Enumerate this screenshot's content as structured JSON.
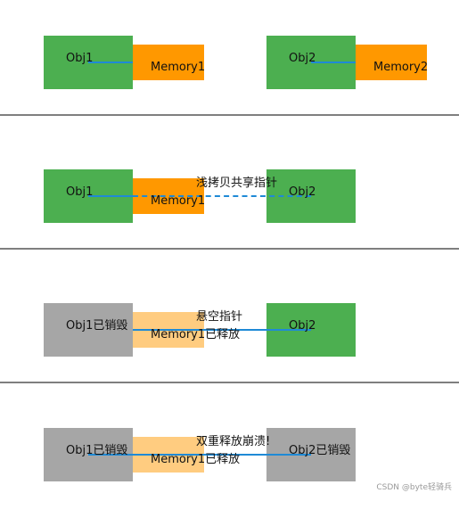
{
  "panels": {
    "p1": {
      "obj1_label": "Obj1",
      "mem1_label": "Memory1",
      "obj2_label": "Obj2",
      "mem2_label": "Memory2"
    },
    "p2": {
      "obj1_label": "Obj1",
      "mem_label": "Memory1",
      "obj2_label": "Obj2",
      "note": "浅拷贝共享指针"
    },
    "p3": {
      "obj1_label": "Obj1已销毁",
      "mem_label": "Memory1已释放",
      "obj2_label": "Obj2",
      "note": "悬空指针"
    },
    "p4": {
      "obj1_label": "Obj1已销毁",
      "mem_label": "Memory1已释放",
      "obj2_label": "Obj2已销毁",
      "note": "双重释放崩溃!"
    }
  },
  "watermark": "CSDN @byte轻骑兵",
  "colors": {
    "green": "#4CAF50",
    "orange": "#FF9800",
    "light_orange": "#FFCC80",
    "gray": "#A6A6A6",
    "link": "#1f8ad6",
    "divider": "#7f7f7f"
  }
}
